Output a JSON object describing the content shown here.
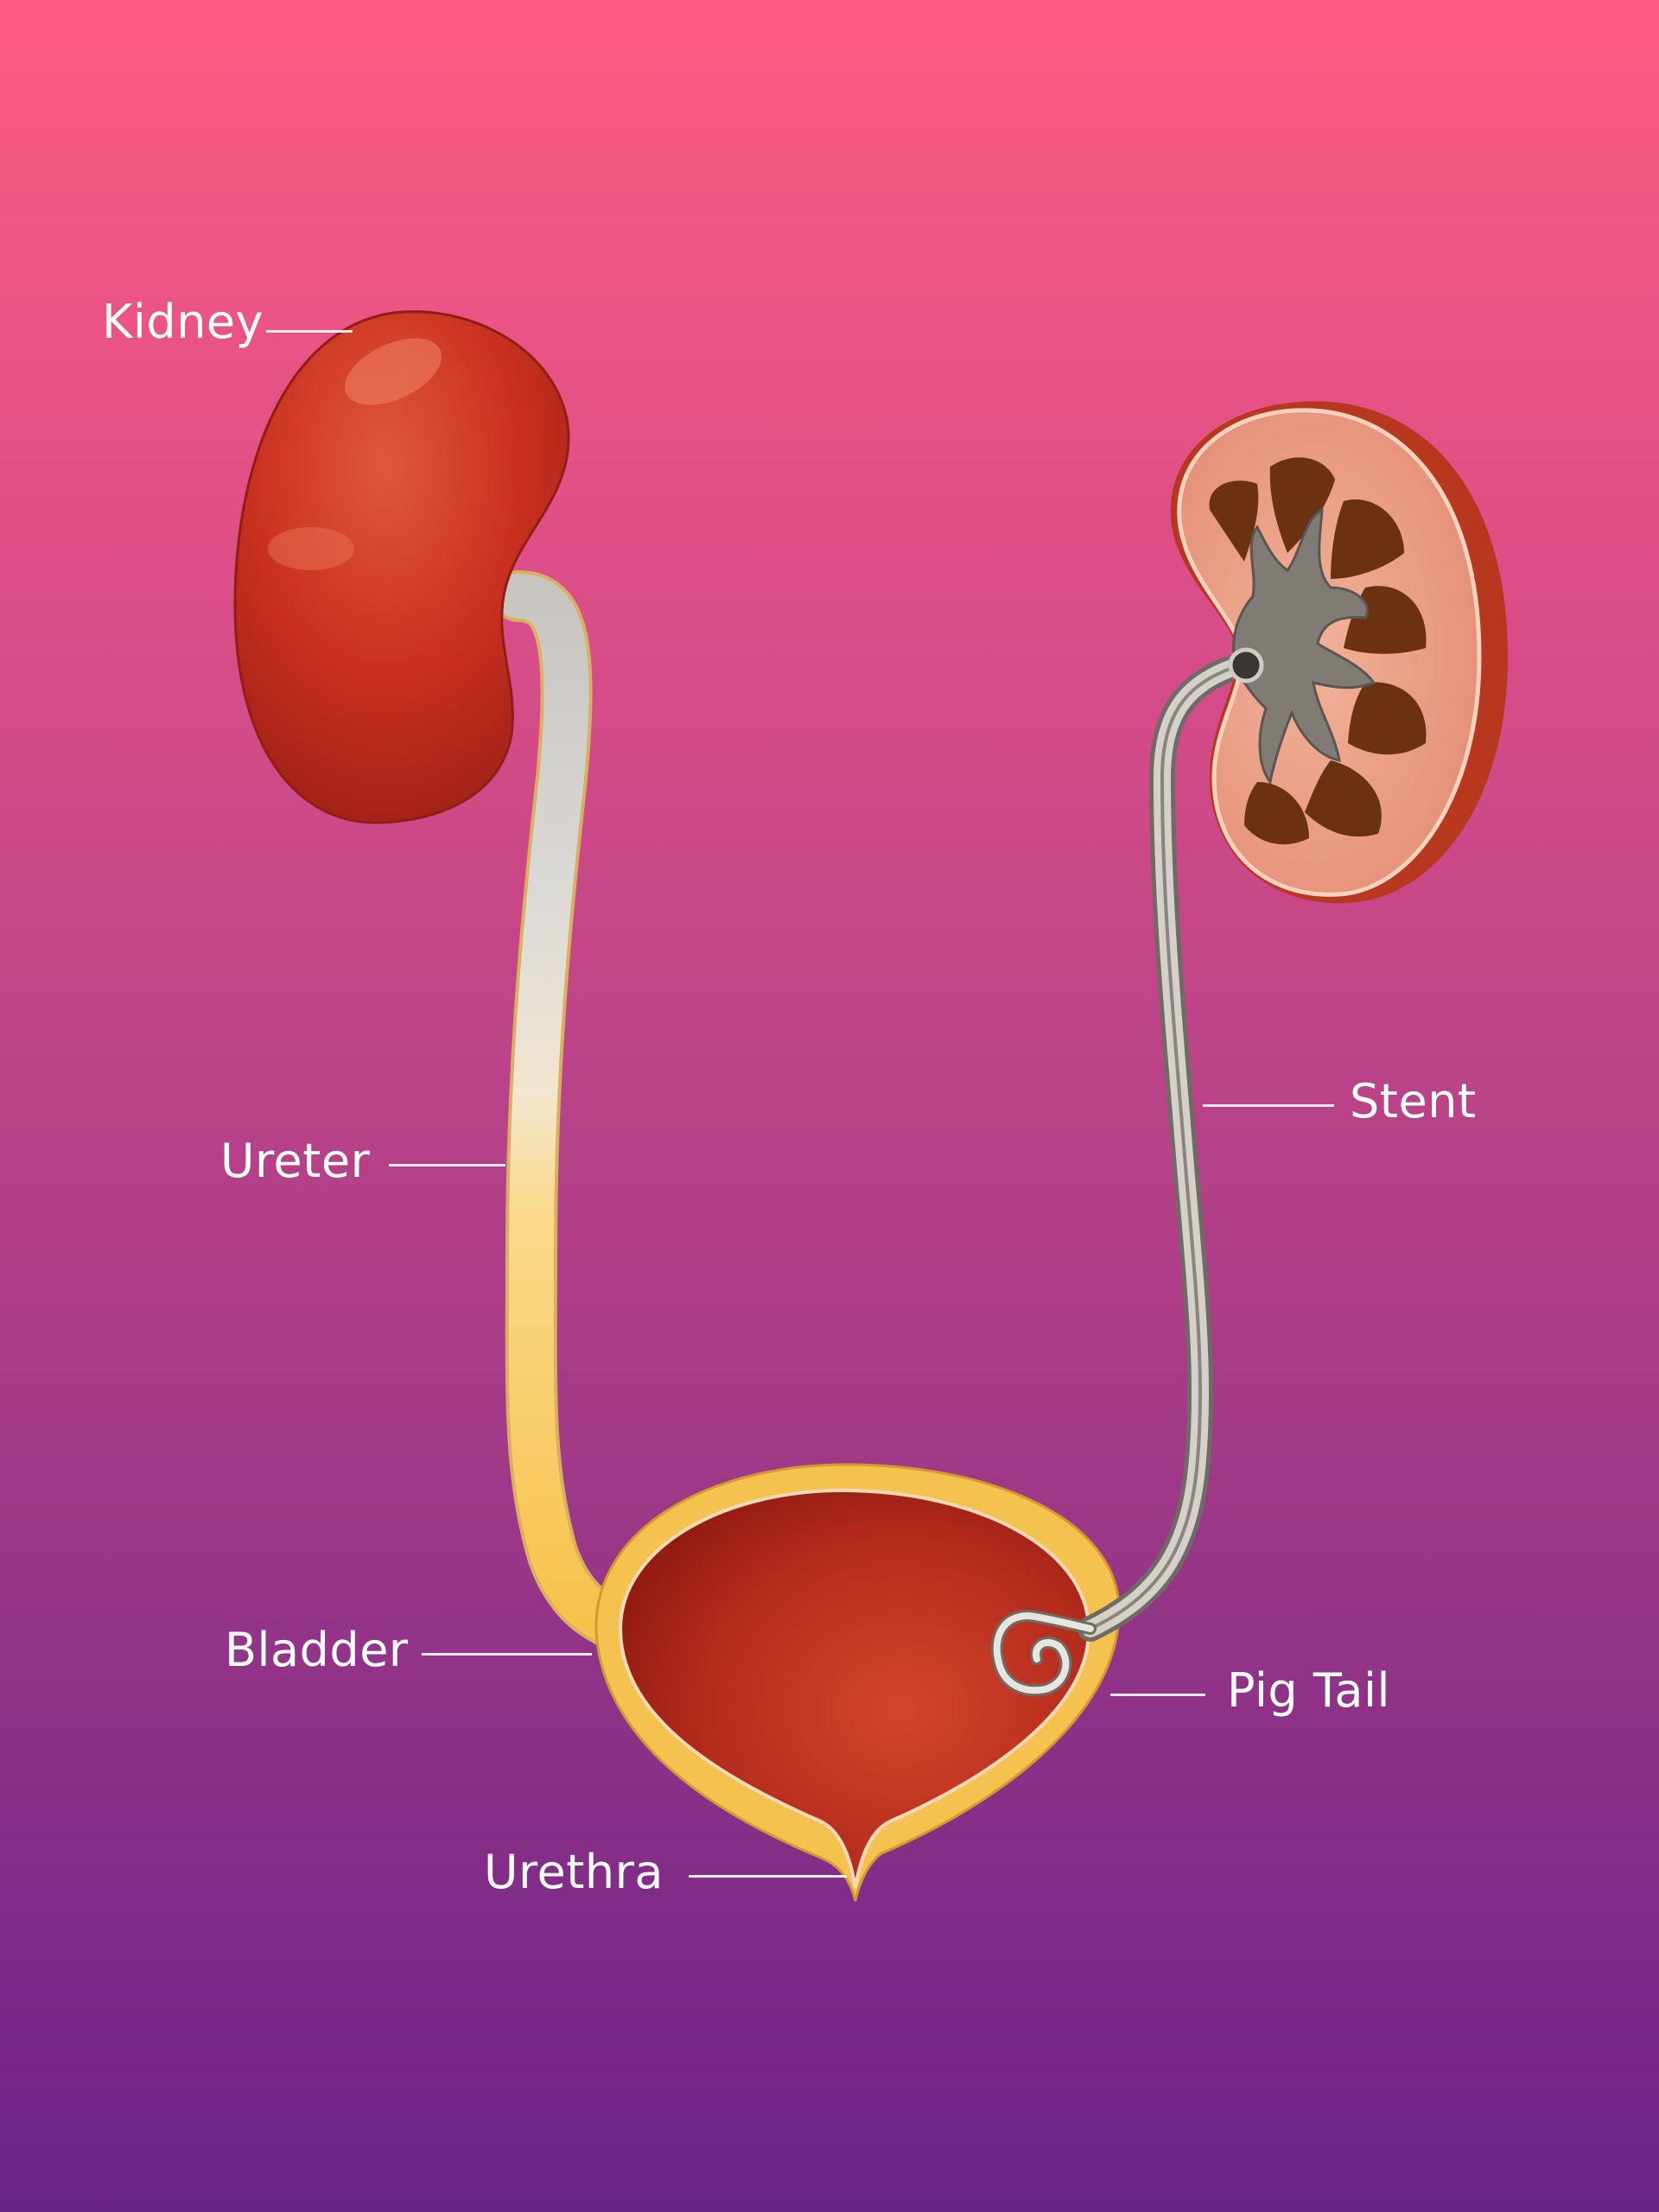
{
  "labels": {
    "kidney": "Kidney",
    "ureter": "Ureter",
    "bladder": "Bladder",
    "urethra": "Urethra",
    "stent": "Stent",
    "pig_tail": "Pig Tail"
  },
  "colors": {
    "background_top": "#fe5b83",
    "background_bottom": "#6a2389",
    "kidney": "#c9301f",
    "ureter_top": "#d6d3cf",
    "ureter_bottom": "#f6c44c",
    "bladder_wall": "#f4c24e",
    "bladder_inner": "#b82c1c",
    "kidney_section_cortex": "#eca288",
    "kidney_section_medulla": "#6b3211",
    "stent": "#b9b3aa",
    "label_text": "#ffffff"
  }
}
